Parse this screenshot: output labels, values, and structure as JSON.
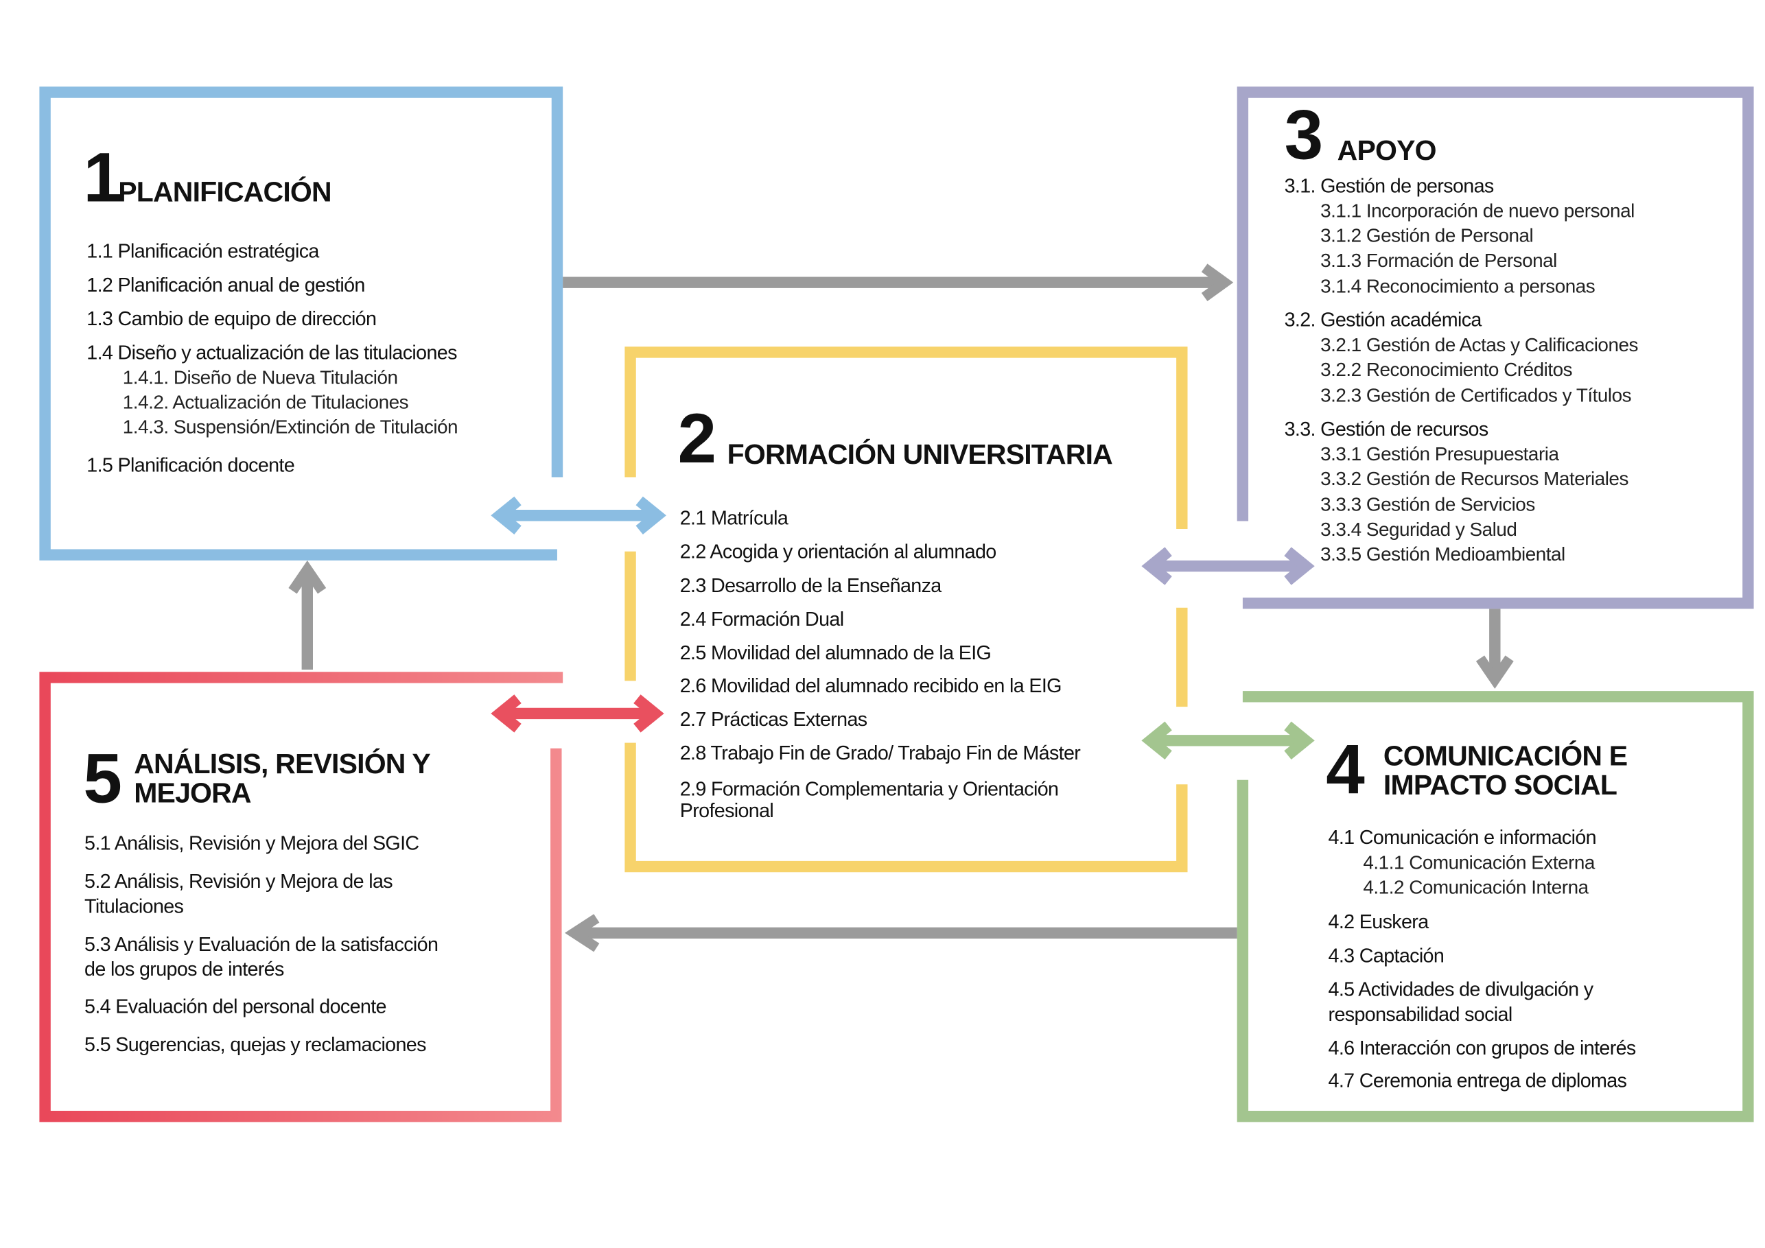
{
  "colors": {
    "planificacion": "#8bbde2",
    "formacion": "#f7d36b",
    "apoyo": "#a7a6c9",
    "comunicacion": "#a3c58f",
    "analisis": "#e9505f",
    "arrow": "#9b9b9b"
  },
  "box1": {
    "number": "1",
    "title": "PLANIFICACIÓN",
    "items": [
      "1.1 Planificación estratégica",
      "1.2 Planificación anual de gestión",
      "1.3 Cambio de equipo de dirección",
      "1.4 Diseño y actualización de las titulaciones"
    ],
    "subitems": [
      "1.4.1. Diseño de Nueva Titulación",
      "1.4.2. Actualización de Titulaciones",
      "1.4.3. Suspensión/Extinción de Titulación"
    ],
    "last": "1.5 Planificación docente"
  },
  "box2": {
    "number": "2",
    "title": "FORMACIÓN UNIVERSITARIA",
    "items": [
      "2.1 Matrícula",
      "2.2 Acogida y orientación al alumnado",
      "2.3 Desarrollo de la Enseñanza",
      "2.4 Formación Dual",
      "2.5 Movilidad del alumnado de la EIG",
      "2.6 Movilidad del alumnado recibido en la EIG",
      "2.7 Prácticas Externas",
      "2.8 Trabajo Fin de Grado/ Trabajo Fin de Máster",
      "2.9 Formación Complementaria y Orientación Profesional"
    ]
  },
  "box3": {
    "number": "3",
    "title": "APOYO",
    "groups": [
      {
        "label": "3.1. Gestión de personas",
        "items": [
          "3.1.1 Incorporación de nuevo personal",
          "3.1.2 Gestión de Personal",
          "3.1.3 Formación de Personal",
          "3.1.4 Reconocimiento a personas"
        ]
      },
      {
        "label": "3.2. Gestión académica",
        "items": [
          "3.2.1 Gestión de Actas y Calificaciones",
          "3.2.2 Reconocimiento Créditos",
          "3.2.3 Gestión de Certificados y Títulos"
        ]
      },
      {
        "label": "3.3. Gestión de recursos",
        "items": [
          "3.3.1 Gestión Presupuestaria",
          "3.3.2 Gestión de Recursos Materiales",
          "3.3.3 Gestión de Servicios",
          "3.3.4 Seguridad y Salud",
          "3.3.5 Gestión Medioambiental"
        ]
      }
    ]
  },
  "box4": {
    "number": "4",
    "title_line1": "COMUNICACIÓN E",
    "title_line2": "IMPACTO SOCIAL",
    "item1": "4.1 Comunicación e información",
    "subitems": [
      "4.1.1 Comunicación Externa",
      "4.1.2 Comunicación Interna"
    ],
    "items": [
      "4.2 Euskera",
      "4.3 Captación",
      "4.5 Actividades de divulgación y responsabilidad social",
      "4.6 Interacción con grupos de interés",
      "4.7 Ceremonia entrega de diplomas"
    ]
  },
  "box5": {
    "number": "5",
    "title_line1": "ANÁLISIS, REVISIÓN Y",
    "title_line2": "MEJORA",
    "items": [
      "5.1 Análisis, Revisión y Mejora del SGIC",
      "5.2 Análisis, Revisión y Mejora de las Titulaciones",
      "5.3 Análisis y Evaluación de la satisfacción  de los grupos de interés",
      "5.4 Evaluación del personal docente",
      "5.5 Sugerencias, quejas y reclamaciones"
    ]
  }
}
